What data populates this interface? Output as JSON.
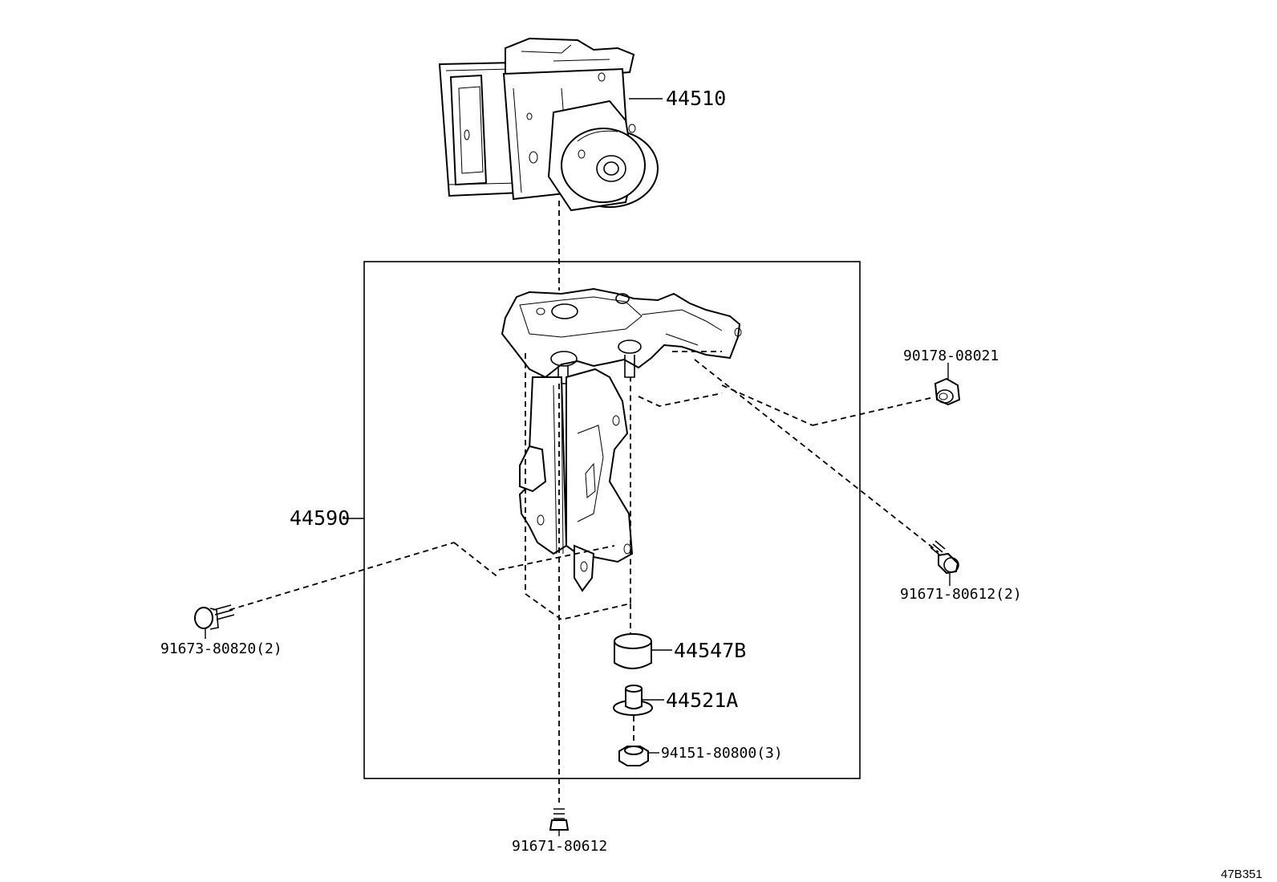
{
  "parts": {
    "actuator": "44510",
    "bracket": "44590",
    "cushion": "44547B",
    "collar": "44521A",
    "nut_upper_right": "90178-08021",
    "bolt_right": "91671-80612(2)",
    "bolt_left": "91673-80820(2)",
    "nut_bottom": "94151-80800(3)",
    "bolt_bottom": "91671-80612"
  },
  "figure_code": "47B351"
}
